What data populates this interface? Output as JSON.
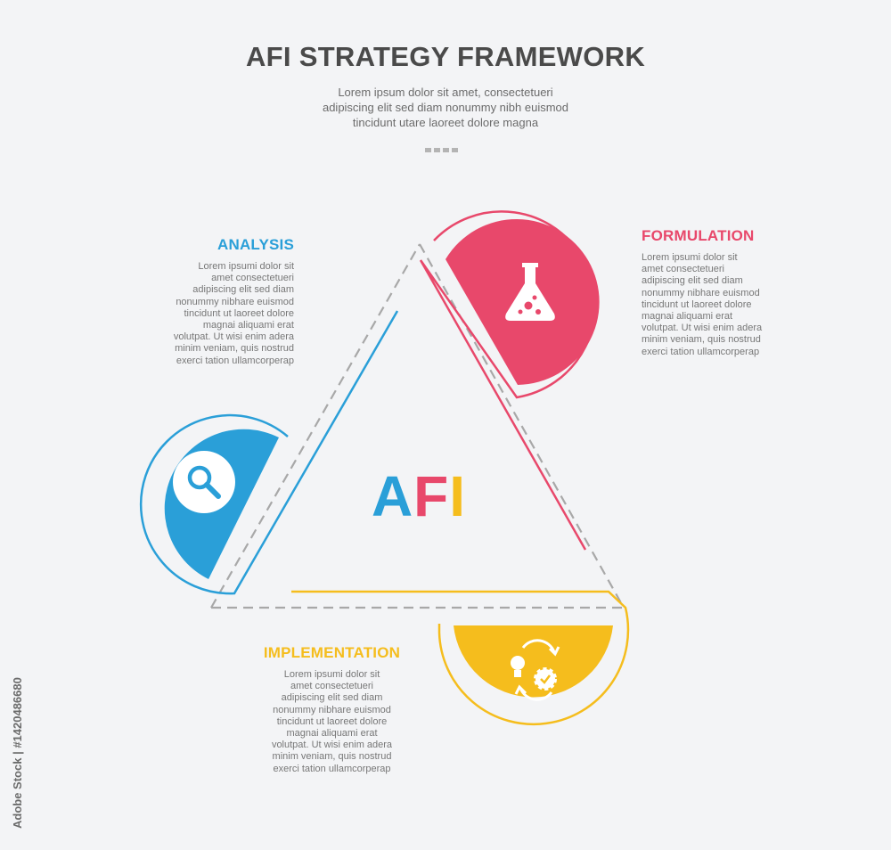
{
  "title": "AFI STRATEGY FRAMEWORK",
  "subtitle": [
    "Lorem ipsum dolor sit amet, consectetueri",
    "adipiscing elit sed diam nonummy nibh euismod",
    "tincidunt utare laoreet dolore magna"
  ],
  "center_label": {
    "a": "A",
    "f": "F",
    "i": "I"
  },
  "colors": {
    "analysis": "#2a9fd8",
    "formulation": "#e8486b",
    "implementation": "#f5bd1d",
    "dashed": "#a8a8a8"
  },
  "sections": {
    "analysis": {
      "heading": "ANALYSIS",
      "icon": "magnifier-icon",
      "lines": [
        "Lorem ipsumi dolor sit",
        "amet consectetueri",
        "adipiscing elit sed diam",
        "nonummy nibhare euismod",
        "tincidunt ut laoreet dolore",
        "magnai aliquami erat",
        "volutpat. Ut wisi enim adera",
        "minim veniam, quis nostrud",
        "exerci tation ullamcorperap"
      ]
    },
    "formulation": {
      "heading": "FORMULATION",
      "icon": "flask-icon",
      "lines": [
        "Lorem ipsumi dolor sit",
        "amet consectetueri",
        "adipiscing elit sed diam",
        "nonummy nibhare euismod",
        "tincidunt ut laoreet dolore",
        "magnai aliquami erat",
        "volutpat. Ut wisi enim adera",
        "minim veniam, quis nostrud",
        "exerci tation ullamcorperap"
      ]
    },
    "implementation": {
      "heading": "IMPLEMENTATION",
      "icon": "idea-gear-cycle-icon",
      "lines": [
        "Lorem ipsumi dolor sit",
        "amet consectetueri",
        "adipiscing elit sed diam",
        "nonummy nibhare euismod",
        "tincidunt ut laoreet dolore",
        "magnai aliquami erat",
        "volutpat. Ut wisi enim adera",
        "minim veniam, quis nostrud",
        "exerci tation ullamcorperap"
      ]
    }
  },
  "watermark": "Adobe Stock | #1420486680"
}
